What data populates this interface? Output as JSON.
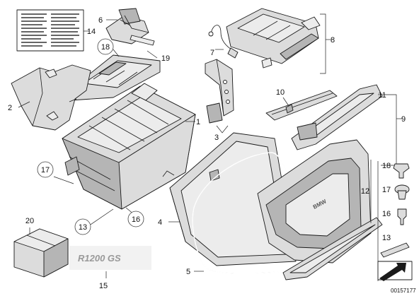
{
  "diagram": {
    "callouts": [
      {
        "id": "1",
        "circled": false
      },
      {
        "id": "2",
        "circled": false
      },
      {
        "id": "3",
        "circled": false
      },
      {
        "id": "4",
        "circled": false
      },
      {
        "id": "5",
        "circled": false
      },
      {
        "id": "6",
        "circled": false
      },
      {
        "id": "7",
        "circled": false
      },
      {
        "id": "8",
        "circled": false
      },
      {
        "id": "9",
        "circled": false
      },
      {
        "id": "10",
        "circled": false
      },
      {
        "id": "11",
        "circled": false
      },
      {
        "id": "12",
        "circled": false
      },
      {
        "id": "13",
        "circled": true
      },
      {
        "id": "14",
        "circled": false
      },
      {
        "id": "15",
        "circled": false
      },
      {
        "id": "16",
        "circled": true
      },
      {
        "id": "17",
        "circled": true
      },
      {
        "id": "18",
        "circled": true
      },
      {
        "id": "19",
        "circled": false
      },
      {
        "id": "20",
        "circled": false
      }
    ],
    "sidebar_callouts": [
      "18",
      "17",
      "16",
      "13"
    ],
    "badge_text": "R1200 GS",
    "lid_logo_text": "BMW",
    "document_number": "00157177",
    "colors": {
      "line": "#1a1a1a",
      "fill": "#dcdcdc",
      "shade": "#b5b5b5"
    }
  }
}
